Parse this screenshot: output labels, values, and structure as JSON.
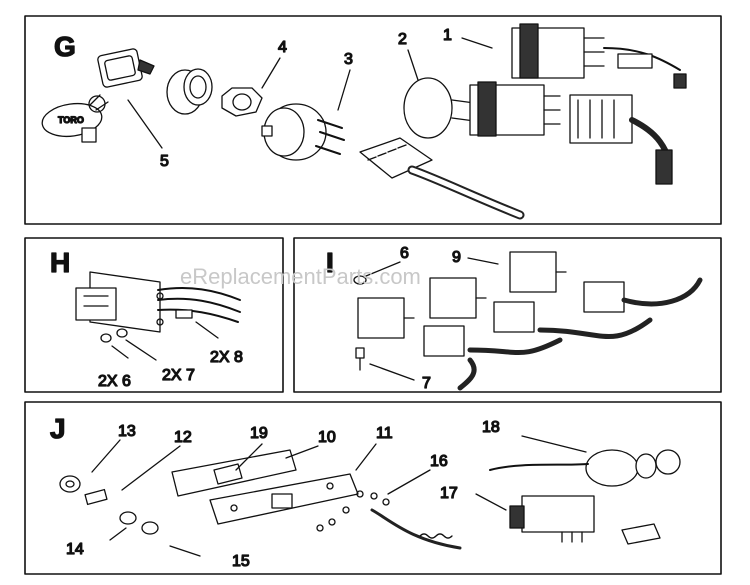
{
  "watermark": "eReplacementParts.com",
  "brand_on_key": "TORO",
  "panels": {
    "G": {
      "label": "G",
      "callouts": {
        "c1": "1",
        "c2": "2",
        "c3": "3",
        "c4": "4",
        "c5": "5"
      }
    },
    "H": {
      "label": "H",
      "callouts": {
        "c6": "2X 6",
        "c7": "2X 7",
        "c8": "2X 8"
      }
    },
    "I": {
      "label": "I",
      "callouts": {
        "c6": "6",
        "c7": "7",
        "c9": "9"
      }
    },
    "J": {
      "label": "J",
      "callouts": {
        "c10": "10",
        "c11": "11",
        "c12": "12",
        "c13": "13",
        "c14": "14",
        "c15": "15",
        "c16": "16",
        "c17": "17",
        "c18": "18",
        "c19": "19"
      }
    }
  }
}
